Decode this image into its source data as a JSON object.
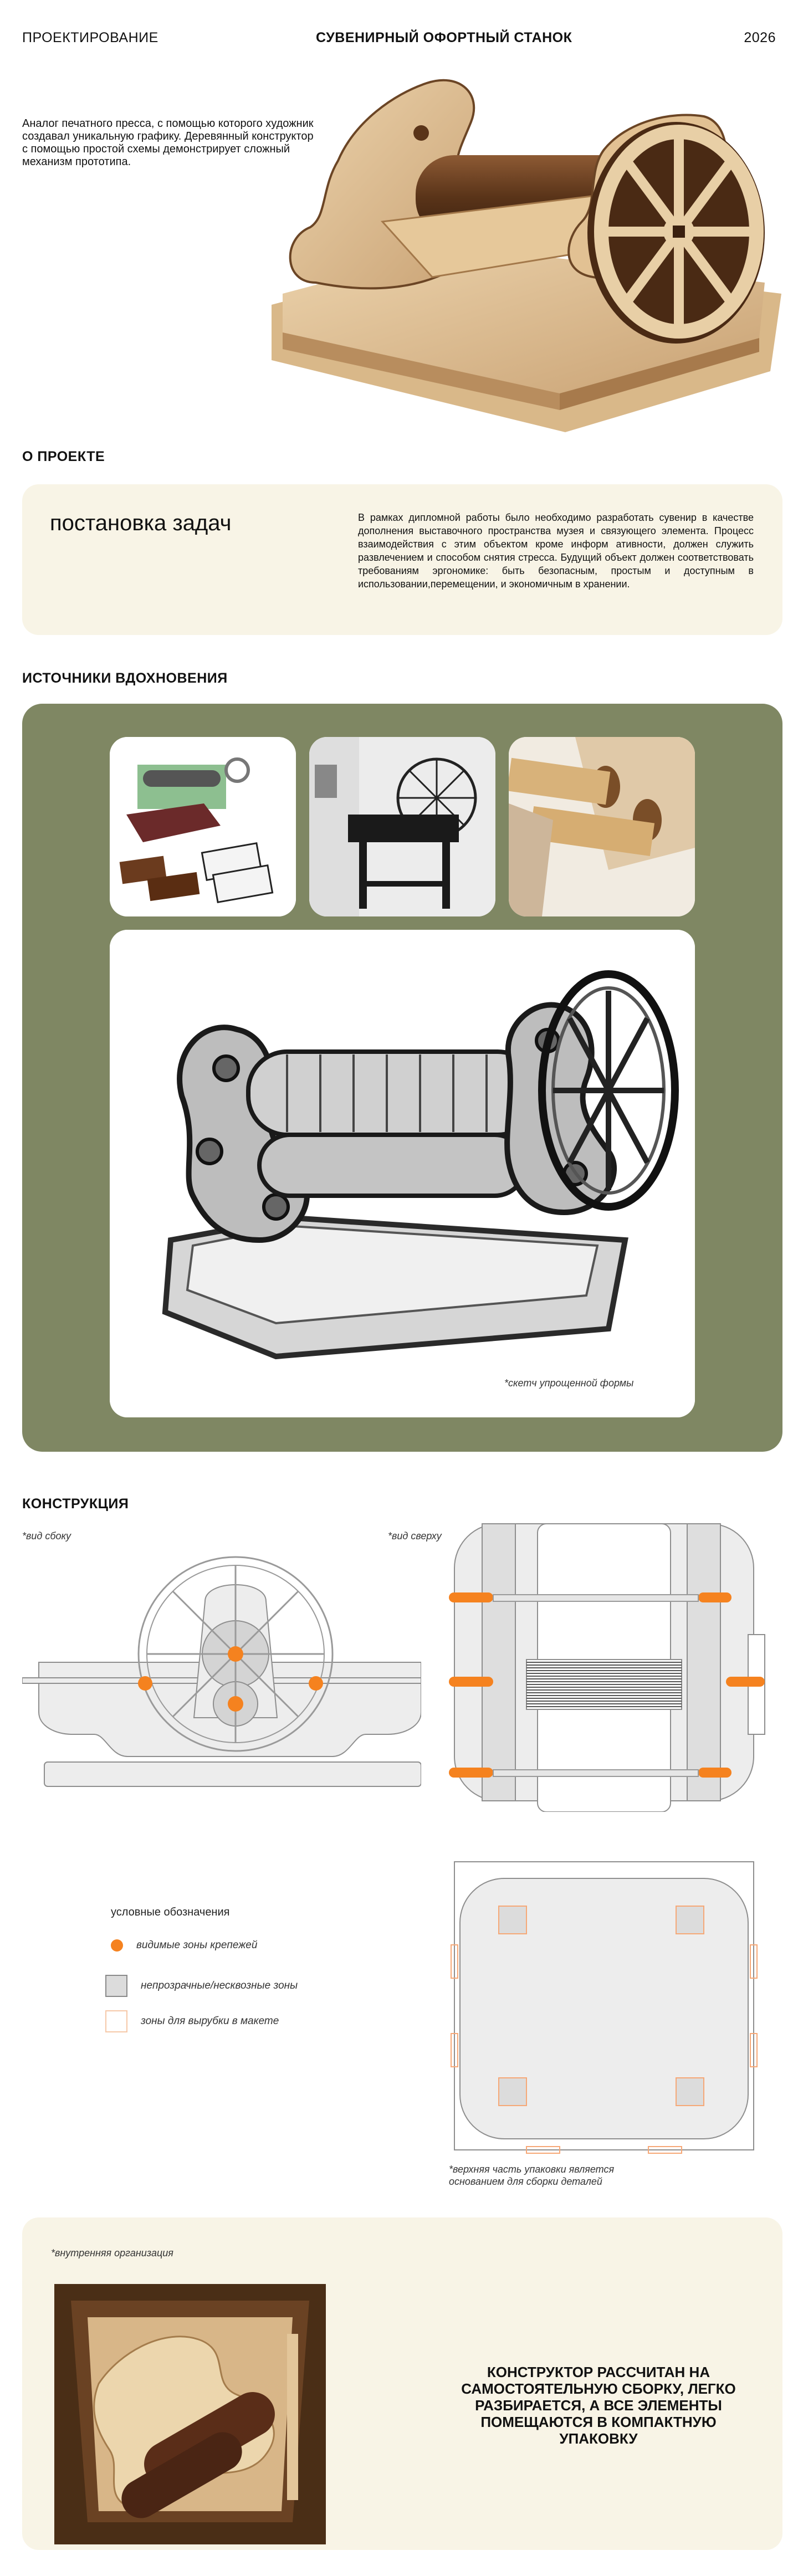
{
  "header": {
    "left": "ПРОЕКТИРОВАНИЕ",
    "center": "СУВЕНИРНЫЙ ОФОРТНЫЙ СТАНОК",
    "right": "2026"
  },
  "intro": {
    "text": "Аналог печатного пресса, с помощью которого художник создавал уникальную графику. Деревянный конструктор с помощью простой схемы демонстрирует сложный механизм прототипа."
  },
  "about": {
    "section_title": "О ПРОЕКТЕ",
    "card_title": "постановка задач",
    "card_text": "В рамках дипломной работы было необходимо разработать сувенир в качестве дополнения выставочного пространства музея и связующего элемента. Процесс взаимодействия с этим объектом кроме информ ативности, должен служить развлечением и способом снятия стресса. Будущий объект должен соответствовать требованиям эргономике: быть безопасным, простым и доступным в использовании,перемещении, и экономичным в хранении."
  },
  "inspiration": {
    "section_title": "ИСТОЧНИКИ ВДОХНОВЕНИЯ",
    "sketch_caption": "*скетч упрощенной формы"
  },
  "construction": {
    "section_title": "КОНСТРУКЦИЯ",
    "side_view_label": "*вид сбоку",
    "top_view_label": "*вид сверху",
    "legend_title": "условные обозначения",
    "legend": [
      {
        "label": "видимые зоны крепежей"
      },
      {
        "label": "непрозрачные/несквозные зоны"
      },
      {
        "label": "зоны для вырубки в макете"
      }
    ],
    "packaging_note": "*верхняя часть упаковки является\nоснованием для сборки деталей"
  },
  "packaging": {
    "label": "*внутренняя организация",
    "statement": "КОНСТРУКТОР РАССЧИТАН НА САМОСТОЯТЕЛЬНУЮ СБОРКУ, ЛЕГКО РАЗБИРАЕТСЯ, А ВСЕ ЭЛЕМЕНТЫ ПОМЕЩАЮТСЯ В КОМПАКТНУЮ УПАКОВКУ"
  },
  "colors": {
    "accent_orange": "#f5821f",
    "olive": "#7f8763",
    "cream": "#f8f4e6"
  }
}
